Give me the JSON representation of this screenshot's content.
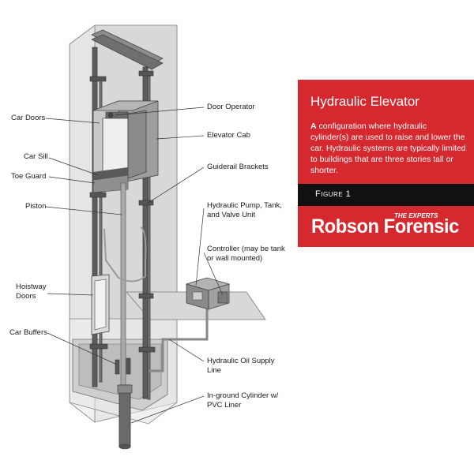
{
  "panel": {
    "title": "Hydraulic Elevator",
    "description_lead": "A",
    "description_rest": " configuration where hydraulic cylinder(s) are used to raise and lower the car. Hydraulic systems are typically limited to buildings that are three stories tall or shorter.",
    "figure_label": "Figure 1",
    "brand_tag": "THE EXPERTS",
    "brand_name": "Robson Forensic",
    "accent_color": "#d5282f"
  },
  "labels": {
    "car_doors": "Car Doors",
    "car_sill": "Car Sill",
    "toe_guard": "Toe Guard",
    "piston": "Piston",
    "hoistway_doors": "Hoistway\nDoors",
    "car_buffers": "Car Buffers",
    "door_operator": "Door Operator",
    "elevator_cab": "Elevator Cab",
    "guiderail_brackets": "Guiderail Brackets",
    "pump_unit": "Hydraulic Pump, Tank,\nand Valve Unit",
    "controller": "Controller (may be tank\nor wall mounted)",
    "oil_supply": "Hydraulic Oil Supply\nLine",
    "cylinder": "In-ground Cylinder w/\nPVC Liner"
  }
}
